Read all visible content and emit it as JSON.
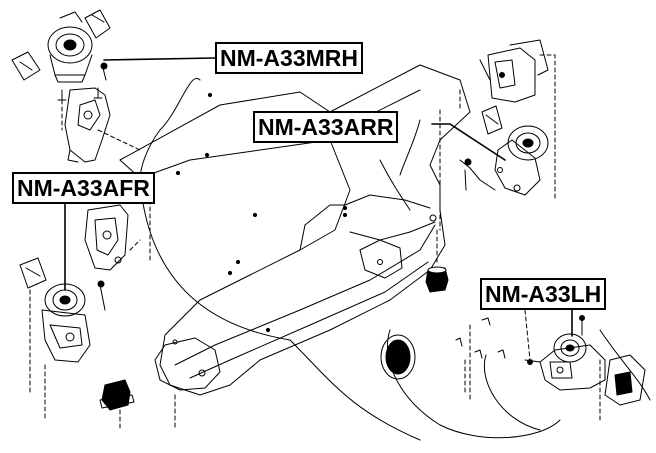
{
  "labels": {
    "mrh": "NM-A33MRH",
    "arr": "NM-A33ARR",
    "afr": "NM-A33AFR",
    "lh": "NM-A33LH"
  },
  "colors": {
    "line": "#000000",
    "background": "#ffffff"
  }
}
